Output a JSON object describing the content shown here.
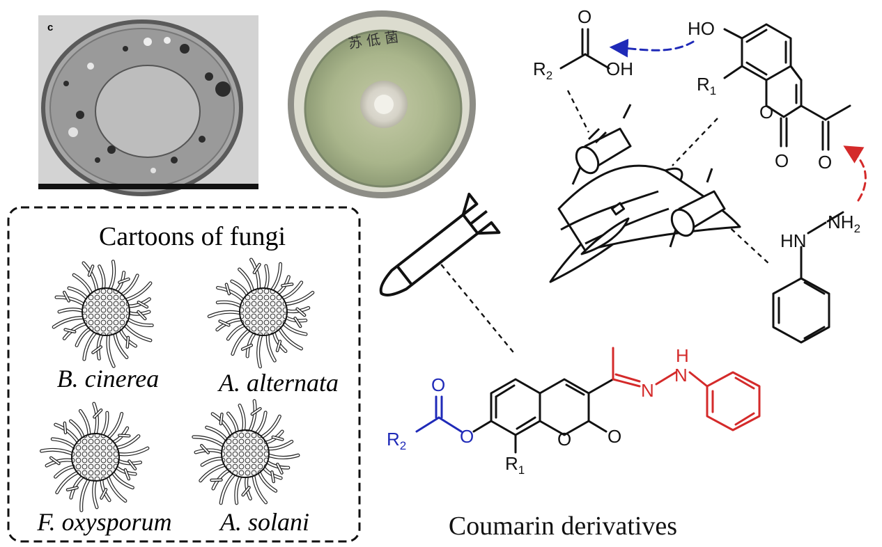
{
  "colors": {
    "black": "#111111",
    "blue": "#1f2ab8",
    "red": "#d42a2a",
    "tem_bg": "#c9c9c9",
    "dish_agar": "#a9b58b"
  },
  "tem_image": {
    "panel_letter": "c"
  },
  "dish_image": {
    "label": "苏 低 菌"
  },
  "fungi_box": {
    "title": "Cartoons of fungi",
    "species": [
      "B. cinerea",
      "A. alternata",
      "F. oxysporum",
      "A. solani"
    ]
  },
  "bottom_caption": "Coumarin derivatives",
  "atoms": {
    "top_acid": {
      "o_top": "O",
      "r2": "R",
      "r2_sub": "2",
      "oh": "OH"
    },
    "top_coumarin": {
      "ho": "HO",
      "r1": "R",
      "r1_sub": "1",
      "ring_o": "O",
      "carbonyl_o": "O",
      "acetyl_o": "O"
    },
    "hydrazine": {
      "hn": "HN",
      "nh2": "NH",
      "nh2_sub": "2"
    },
    "product": {
      "o_top": "O",
      "r2": "R",
      "r2_sub": "2",
      "ester_o": "O",
      "ring_o": "O",
      "carbonyl_o": "O",
      "r1": "R",
      "r1_sub": "1",
      "n": "N",
      "h": "H",
      "n2": "N"
    }
  },
  "icons": [
    "plane-icon",
    "missile-icon",
    "fungus-icon",
    "petri-dish-icon",
    "tem-cell-icon"
  ]
}
